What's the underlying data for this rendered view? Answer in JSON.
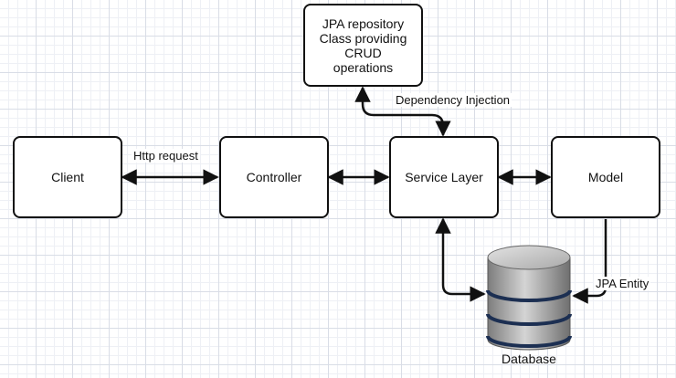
{
  "nodes": {
    "client": "Client",
    "controller": "Controller",
    "service": "Service Layer",
    "model": "Model",
    "repository": "JPA repository\nClass providing\nCRUD\noperations",
    "database": "Database"
  },
  "edges": {
    "http_request": "Http request",
    "dependency_injection": "Dependency Injection",
    "jpa_entity": "JPA Entity"
  },
  "colors": {
    "line": "#111111",
    "db_band": "#1c2f52",
    "db_body": "#9a9a9a"
  }
}
